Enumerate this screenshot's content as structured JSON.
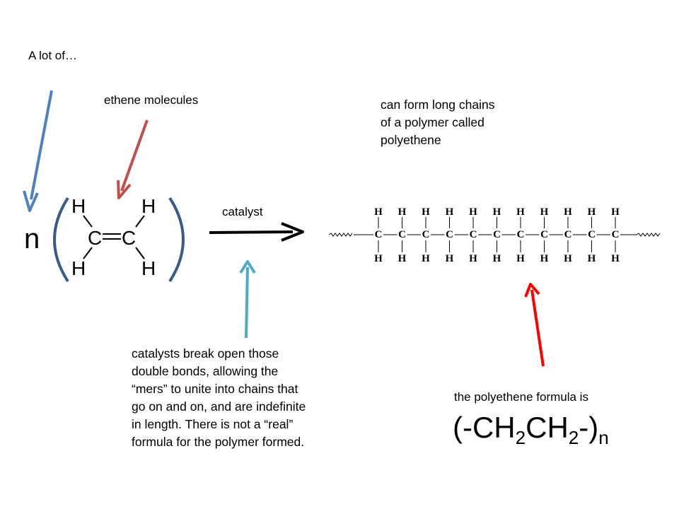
{
  "labels": {
    "a_lot_of": "A lot of…",
    "ethene_molecules": "ethene molecules",
    "catalyst": "catalyst",
    "chain_statement": [
      "can form long chains",
      "of a polymer called",
      "polyethene"
    ],
    "catalyst_explanation": [
      "catalysts break open those",
      "double bonds, allowing the",
      "“mers” to unite into chains that",
      "go on and on, and are indefinite",
      "in length.  There is not a “real”",
      "formula for the polymer formed."
    ],
    "formula_intro": "the polyethene formula is"
  },
  "formula": {
    "open": "(-CH",
    "sub1": "2",
    "mid": "CH",
    "sub2": "2",
    "close": "-)",
    "sub_n": "n"
  },
  "ethene_structure": {
    "coefficient": "n",
    "carbon": "C",
    "hydrogen": "H"
  },
  "polymer_chain": {
    "carbon": "C",
    "hydrogen": "H",
    "units": 11
  },
  "colors": {
    "blue_arrow": "#4f81bd",
    "red_arrow": "#c0504d",
    "teal_arrow": "#4bacc6",
    "bright_red_arrow": "#ff0000",
    "bracket": "#3a5a8c",
    "reaction_arrow": "#000000"
  }
}
